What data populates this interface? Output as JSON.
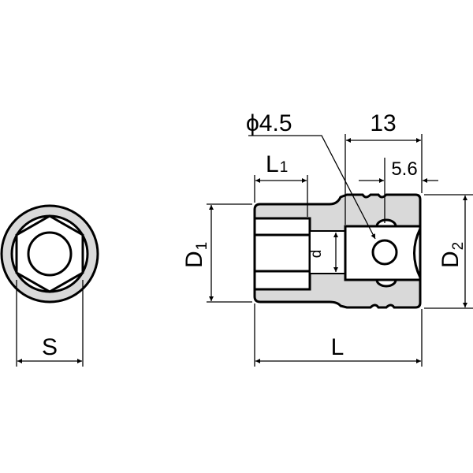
{
  "labels": {
    "S": "S",
    "L": "L",
    "D1": "D",
    "D1_sub": "1",
    "D2": "D",
    "D2_sub": "2",
    "L1": "L",
    "L1_sub": "1",
    "d": "d",
    "dim_13": "13",
    "dim_5_6": "5.6",
    "hole_diameter": "ϕ4.5"
  },
  "colors": {
    "fill": "#d9d9d9",
    "line": "#000000"
  }
}
